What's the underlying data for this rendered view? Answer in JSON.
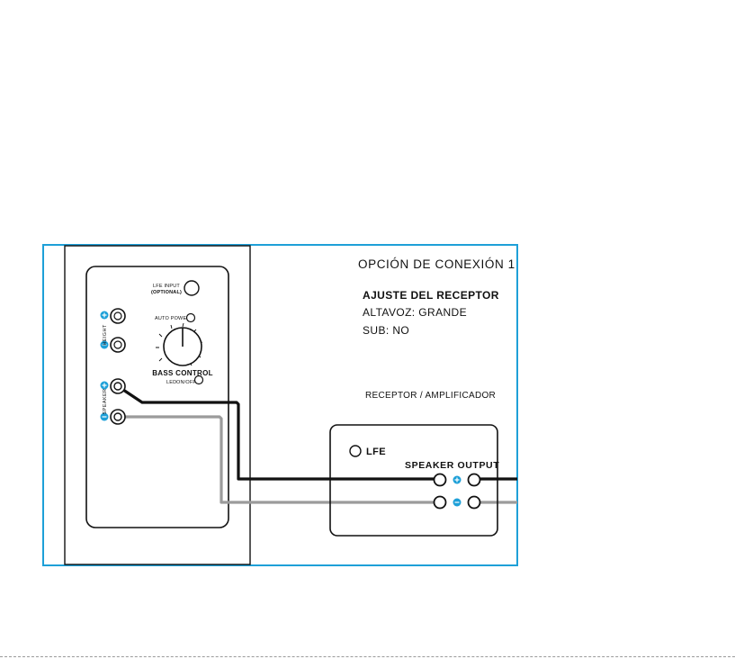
{
  "colors": {
    "frame": "#1ea0d8",
    "accent": "#1ea0d8",
    "wire_positive": "#111111",
    "wire_negative": "#9b9b9b",
    "ink": "#111111"
  },
  "title": "OPCIÓN DE CONEXIÓN 1",
  "receiver_settings": {
    "heading": "AJUSTE DEL RECEPTOR",
    "speaker": "ALTAVOZ: GRANDE",
    "sub": "SUB: NO"
  },
  "receiver_caption": "RECEPTOR / AMPLIFICADOR",
  "speaker_panel": {
    "lfe_input_line1": "LFE INPUT",
    "lfe_input_line2": "(OPTIONAL)",
    "auto_power": "AUTO POWER",
    "bass_control": "BASS CONTROL",
    "led_prefix": "LED",
    "led_state": "ON/OFF",
    "height_label": "HEIGHT",
    "speaker_label": "SPEAKER"
  },
  "amplifier": {
    "lfe": "LFE",
    "speaker_output": "SPEAKER OUTPUT"
  },
  "icons": [
    "plus-icon",
    "minus-icon"
  ]
}
